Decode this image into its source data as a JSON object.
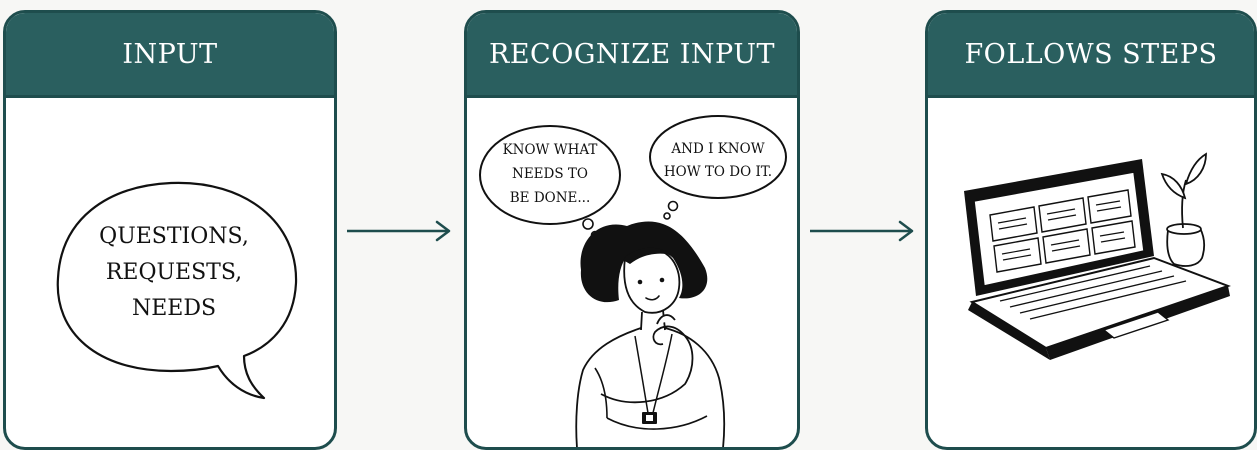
{
  "steps": [
    {
      "title": "INPUT",
      "bubble_lines": [
        "QUESTIONS,",
        "REQUESTS,",
        "NEEDS"
      ]
    },
    {
      "title": "RECOGNIZE INPUT",
      "thought_left": [
        "KNOW WHAT",
        "NEEDS TO",
        "BE DONE..."
      ],
      "thought_right": [
        "AND I KNOW",
        "HOW TO DO IT."
      ]
    },
    {
      "title": "FOLLOWS STEPS"
    }
  ],
  "colors": {
    "header": "#2a5f5f",
    "border": "#1e4d4d",
    "arrow": "#1e4d4d"
  },
  "icons": [
    "speech-bubble-icon",
    "thinking-person-illustration",
    "laptop-illustration",
    "plant-icon",
    "arrow-right-icon"
  ]
}
